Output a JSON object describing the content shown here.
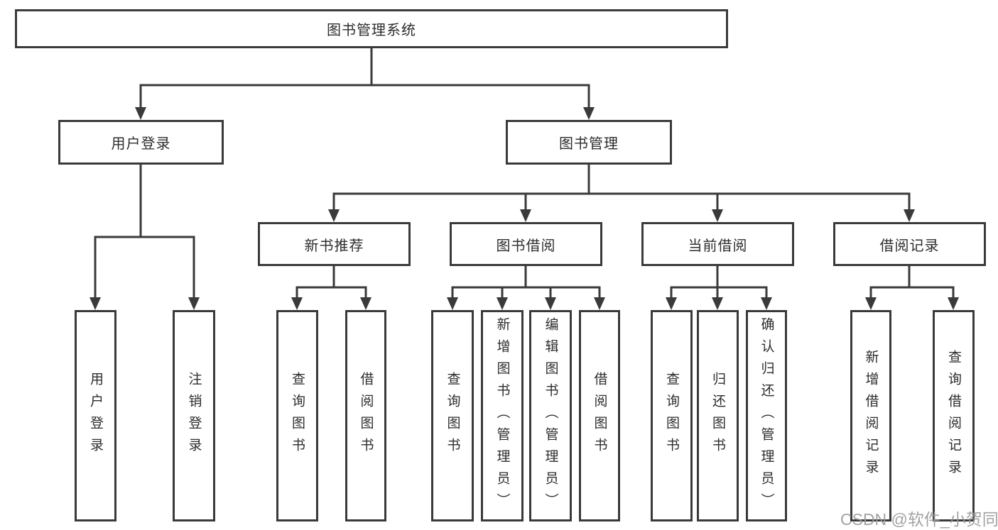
{
  "colors": {
    "line": "#3a3a3a",
    "text": "#2d2d2d",
    "watermark": "#9a9a9a",
    "background": "#ffffff"
  },
  "tree": {
    "root": {
      "label": "图书管理系统"
    },
    "branches": [
      {
        "label": "用户登录",
        "leaves": [
          "用户登录",
          "注销登录"
        ]
      },
      {
        "label": "图书管理",
        "sections": [
          {
            "label": "新书推荐",
            "leaves": [
              "查询图书",
              "借阅图书"
            ]
          },
          {
            "label": "图书借阅",
            "leaves": [
              "查询图书",
              "新增图书（管理员）",
              "编辑图书（管理员）",
              "借阅图书"
            ]
          },
          {
            "label": "当前借阅",
            "leaves": [
              "查询图书",
              "归还图书",
              "确认归还（管理员）"
            ]
          },
          {
            "label": "借阅记录",
            "leaves": [
              "新增借阅记录",
              "查询借阅记录"
            ]
          }
        ]
      }
    ]
  },
  "watermark": {
    "text": "CSDN @软件_小贺同学"
  }
}
